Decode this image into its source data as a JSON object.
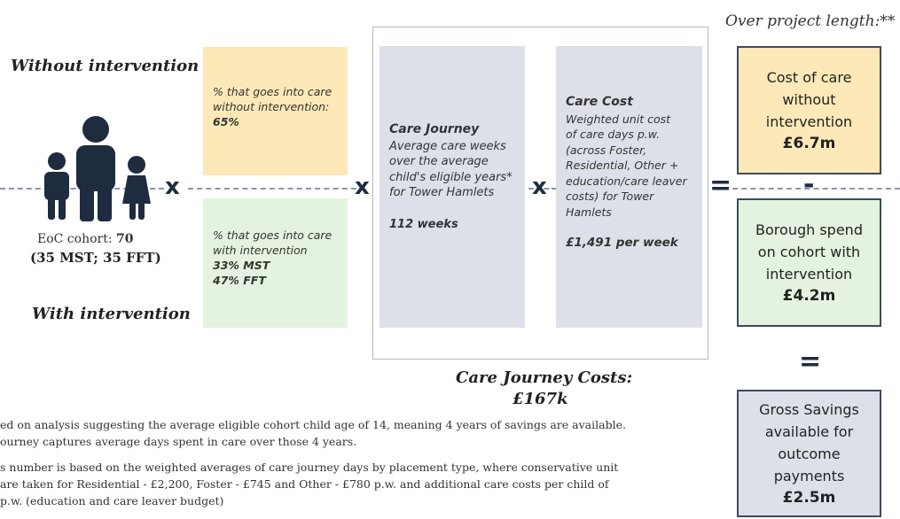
{
  "header": {
    "project_length_label": "Over project length:**"
  },
  "left": {
    "without_label": "Without intervention",
    "with_label": "With intervention",
    "cohort_label": "EoC cohort: ",
    "cohort_value": "70",
    "cohort_split": "(35 MST; 35 FFT)"
  },
  "without_box": {
    "line1": "% that goes into care",
    "line2": "without intervention:",
    "value": "65%"
  },
  "with_box": {
    "line1": "% that goes into care",
    "line2": "with intervention",
    "value1": "33% MST",
    "value2": "47% FFT"
  },
  "care_journey": {
    "title": "Care Journey",
    "lines": [
      "Average care weeks",
      "over the average",
      "child's eligible years*",
      "for Tower Hamlets"
    ],
    "value": "112 weeks"
  },
  "care_cost": {
    "title": "Care Cost",
    "lines": [
      "Weighted unit cost",
      "of care days p.w.",
      "(across Foster,",
      "Residential, Other +",
      "education/care leaver",
      "costs) for Tower",
      "Hamlets"
    ],
    "value": "£1,491 per week"
  },
  "operators": {
    "times": "x",
    "equals": "=",
    "minus": "-"
  },
  "journey_costs": {
    "label": "Care Journey Costs:",
    "value": "£167k"
  },
  "results": {
    "without": {
      "lines": [
        "Cost of care",
        "without",
        "intervention"
      ],
      "amount": "£6.7m"
    },
    "with": {
      "lines": [
        "Borough spend",
        "on cohort with",
        "intervention"
      ],
      "amount": "£4.2m"
    },
    "gross": {
      "lines": [
        "Gross Savings",
        "available for",
        "outcome",
        "payments"
      ],
      "amount": "£2.5m"
    }
  },
  "footnotes": [
    "ed on analysis suggesting the average eligible cohort child age of 14, meaning 4 years of savings are available.",
    "ourney captures average days spent in care over those 4 years.",
    "s number is based on the weighted averages of care journey days by placement type, where conservative unit",
    "are taken for Residential - £2,200, Foster - £745 and Other - £780 p.w. and additional care costs per child of",
    "p.w. (education and care leaver budget)"
  ],
  "colors": {
    "yellow": "#fde9b8",
    "green": "#e3f3df",
    "grey": "#dde0e8",
    "border": "#3c4a5e",
    "icon": "#1f2b3e"
  },
  "icons": {
    "family": "family-icon"
  }
}
